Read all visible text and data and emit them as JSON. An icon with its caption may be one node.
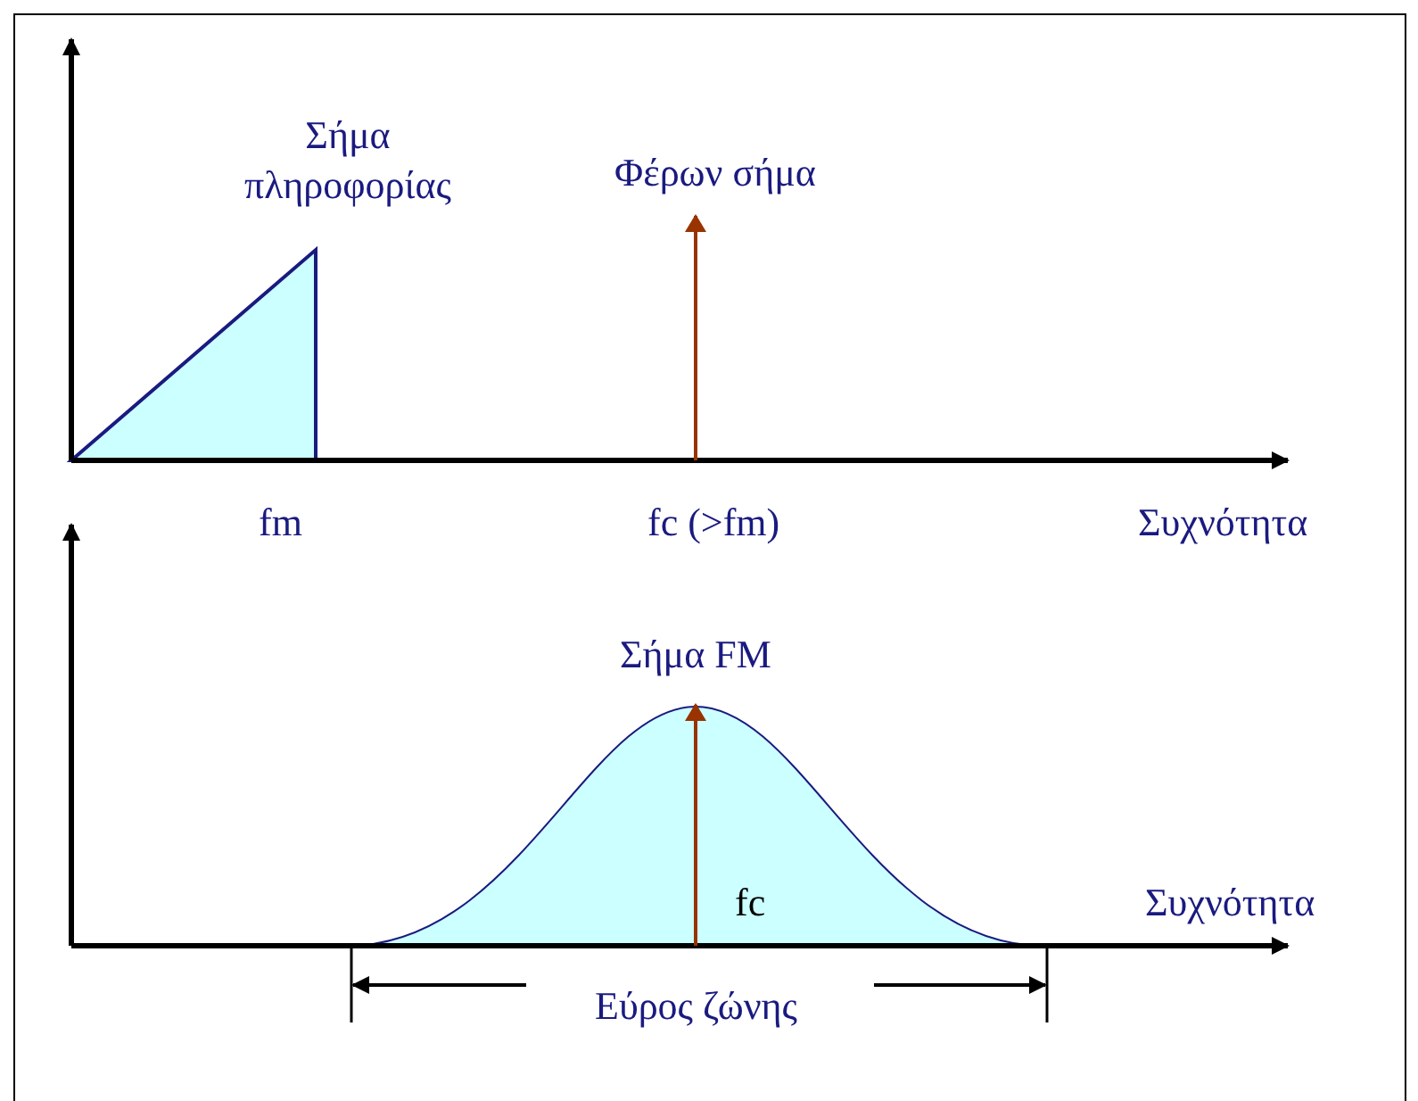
{
  "diagram": {
    "labels": [
      "Σήμα πληροφορίας",
      "Φέρων σήμα",
      "fm",
      "fc (>fm)",
      "Συχνότητα",
      "Σήμα FM",
      "fc",
      "Συχνότητα",
      "Εύρος ζώνης"
    ]
  }
}
